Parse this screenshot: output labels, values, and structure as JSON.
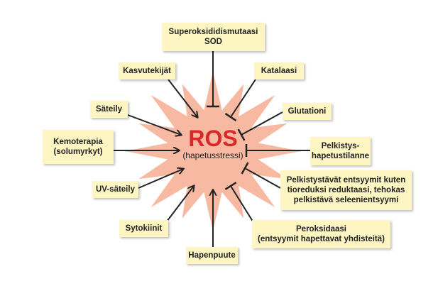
{
  "center": {
    "title": "ROS",
    "subtitle": "(hapetusstressi)"
  },
  "inducers": [
    {
      "lines": [
        "Kasvutekijät"
      ]
    },
    {
      "lines": [
        "Säteily"
      ]
    },
    {
      "lines": [
        "Kemoterapia",
        "(solumyrkyt)"
      ]
    },
    {
      "lines": [
        "UV-säteily"
      ]
    },
    {
      "lines": [
        "Sytokiinit"
      ]
    },
    {
      "lines": [
        "Hapenpuute"
      ]
    }
  ],
  "inhibitors": [
    {
      "lines": [
        "Superoksididismutaasi",
        "SOD"
      ]
    },
    {
      "lines": [
        "Katalaasi"
      ]
    },
    {
      "lines": [
        "Glutationi"
      ]
    },
    {
      "lines": [
        "Pelkistys-",
        "hapetustilanne"
      ]
    },
    {
      "lines": [
        "Pelkistystävät entsyymit kuten",
        "tioreduksi reduktaasi, tehokas",
        "pelkistävä seleenientsyymi"
      ]
    },
    {
      "lines": [
        "Peroksidaasi",
        "(entsyymit hapettavat yhdisteitä)"
      ]
    }
  ],
  "colors": {
    "star": "#f7b9a2",
    "box": "#fdf6c3",
    "title": "#d62a2a"
  }
}
